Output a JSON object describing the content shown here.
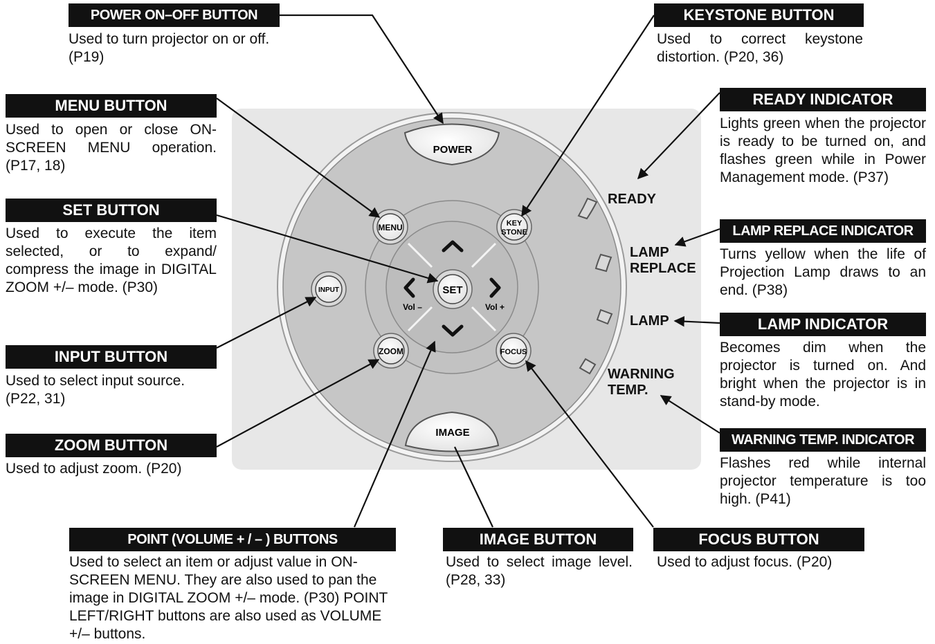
{
  "callouts": {
    "power": {
      "title": "POWER ON–OFF BUTTON",
      "desc": "Used to turn projector on or off.  (P19)"
    },
    "menu": {
      "title": "MENU BUTTON",
      "desc": "Used to open or close ON-SCREEN MENU operation. (P17, 18)"
    },
    "set": {
      "title": "SET BUTTON",
      "desc": "Used to execute the item selected, or to expand/ compress the image in DIGITAL ZOOM +/– mode. (P30)"
    },
    "input": {
      "title": "INPUT BUTTON",
      "desc": "Used to select input source. (P22, 31)"
    },
    "zoom": {
      "title": "ZOOM BUTTON",
      "desc": "Used to adjust zoom. (P20)"
    },
    "point": {
      "title": "POINT (VOLUME + / – ) BUTTONS",
      "desc": "Used to select an item or adjust  value in ON-SCREEN MENU.  They are also used to pan the image in DIGITAL ZOOM +/– mode. (P30) POINT LEFT/RIGHT buttons are also used as VOLUME +/– buttons."
    },
    "image": {
      "title": "IMAGE BUTTON",
      "desc": "Used to select image level.  (P28, 33)"
    },
    "focus": {
      "title": "FOCUS BUTTON",
      "desc": "Used to adjust focus.  (P20)"
    },
    "keystone": {
      "title": "KEYSTONE BUTTON",
      "desc": "Used to correct keystone distortion.  (P20, 36)"
    },
    "ready": {
      "title": "READY INDICATOR",
      "desc": "Lights  green when the projector is ready to be turned on, and flashes green while in Power Management mode.  (P37)"
    },
    "lamp_replace": {
      "title": "LAMP REPLACE INDICATOR",
      "desc": "Turns yellow when the life of Projection Lamp draws to an end.  (P38)"
    },
    "lamp": {
      "title": "LAMP INDICATOR",
      "desc": "Becomes dim when the projector is turned on.  And bright when the projector is in stand-by mode."
    },
    "warning": {
      "title": "WARNING TEMP. INDICATOR",
      "desc": "Flashes red while internal projector temperature is too high.  (P41)"
    }
  },
  "panel": {
    "buttons": {
      "power": "POWER",
      "menu": "MENU",
      "keystone_line1": "KEY",
      "keystone_line2": "STONE",
      "input": "INPUT",
      "set": "SET",
      "vol_minus": "Vol –",
      "vol_plus": "Vol +",
      "zoom": "ZOOM",
      "focus": "FOCUS",
      "image": "IMAGE"
    },
    "indicators": {
      "ready": "READY",
      "lamp_replace_line1": "LAMP",
      "lamp_replace_line2": "REPLACE",
      "lamp": "LAMP",
      "warning_line1": "WARNING",
      "warning_line2": "TEMP."
    }
  }
}
